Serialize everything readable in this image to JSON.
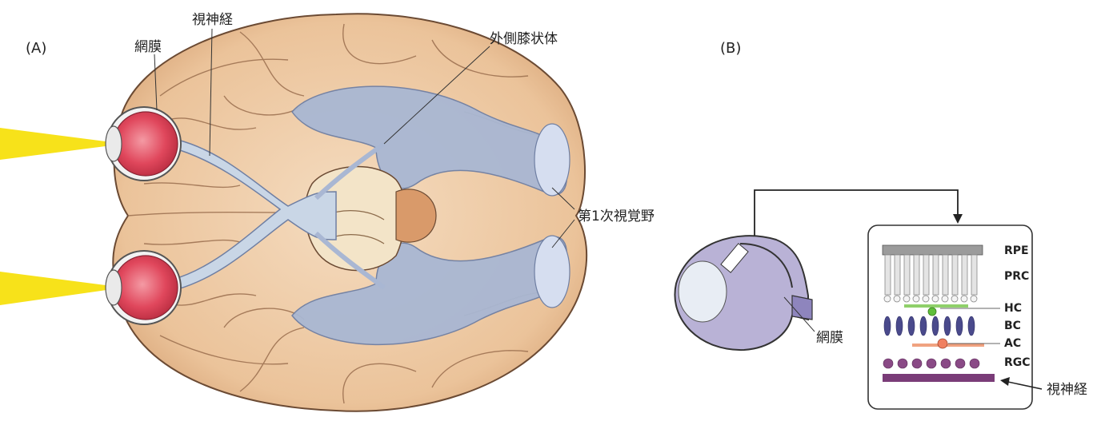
{
  "panel_a": {
    "label": "(A)",
    "retina": "網膜",
    "optic_nerve": "視神経",
    "lgn": "外側膝状体",
    "v1": "第1次視覚野"
  },
  "panel_b": {
    "label": "(B)",
    "retina": "網膜",
    "optic_nerve": "視神経",
    "layers": [
      "RPE",
      "PRC",
      "HC",
      "BC",
      "AC",
      "RGC"
    ]
  },
  "colors": {
    "light_beam": "#f7e21a",
    "eye": "#e0475c",
    "visual_pathway": "#a9b7d3",
    "brain": "#eec9a0",
    "background": "#ffffff"
  }
}
